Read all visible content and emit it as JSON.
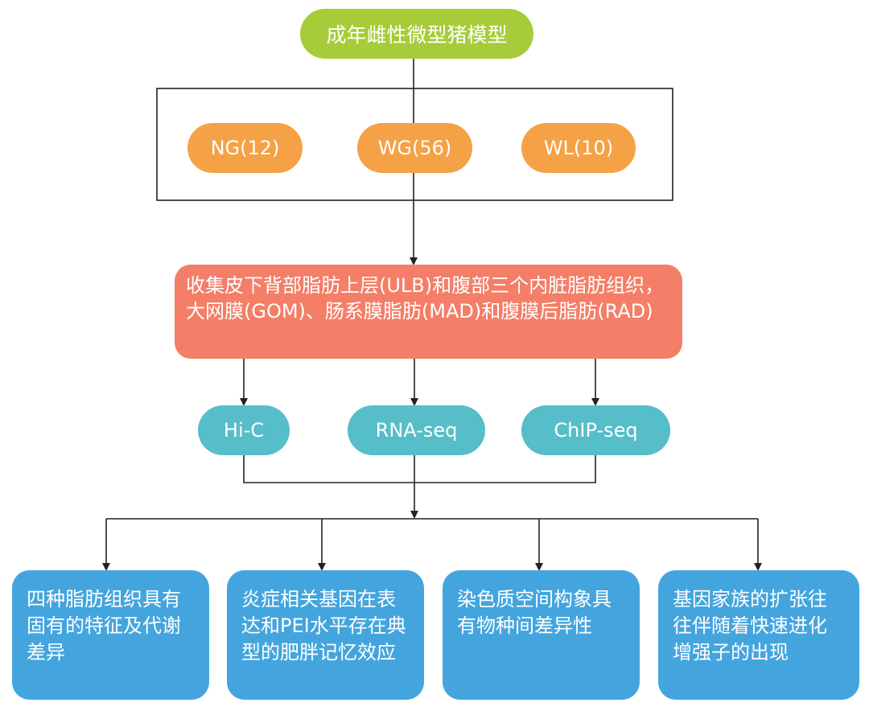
{
  "diagram": {
    "root": "成年雌性微型猪模型",
    "groups": [
      {
        "id": "ng",
        "label": "NG(12)"
      },
      {
        "id": "wg",
        "label": "WG(56)"
      },
      {
        "id": "wl",
        "label": "WL(10)"
      }
    ],
    "collection": "收集皮下背部脂肪上层(ULB)和腹部三个内脏脂肪组织，大网膜(GOM)、肠系膜脂肪(MAD)和腹膜后脂肪(RAD)",
    "methods": [
      {
        "id": "hic",
        "label": "Hi-C"
      },
      {
        "id": "rna",
        "label": "RNA-seq"
      },
      {
        "id": "chip",
        "label": "ChIP-seq"
      }
    ],
    "findings": [
      {
        "id": "f1",
        "text": "四种脂肪组织具有固有的特征及代谢差异"
      },
      {
        "id": "f2",
        "text": "炎症相关基因在表达和PEI水平存在典型的肥胖记忆效应"
      },
      {
        "id": "f3",
        "text": "染色质空间构象具有物种间差异性"
      },
      {
        "id": "f4",
        "text": "基因家族的扩张往往伴随着快速进化增强子的出现"
      }
    ],
    "colors": {
      "root": "#a6cc39",
      "groups": "#f5a146",
      "collection": "#f47e67",
      "methods": "#56bec8",
      "findings": "#44a5de",
      "line": "#222222"
    }
  }
}
